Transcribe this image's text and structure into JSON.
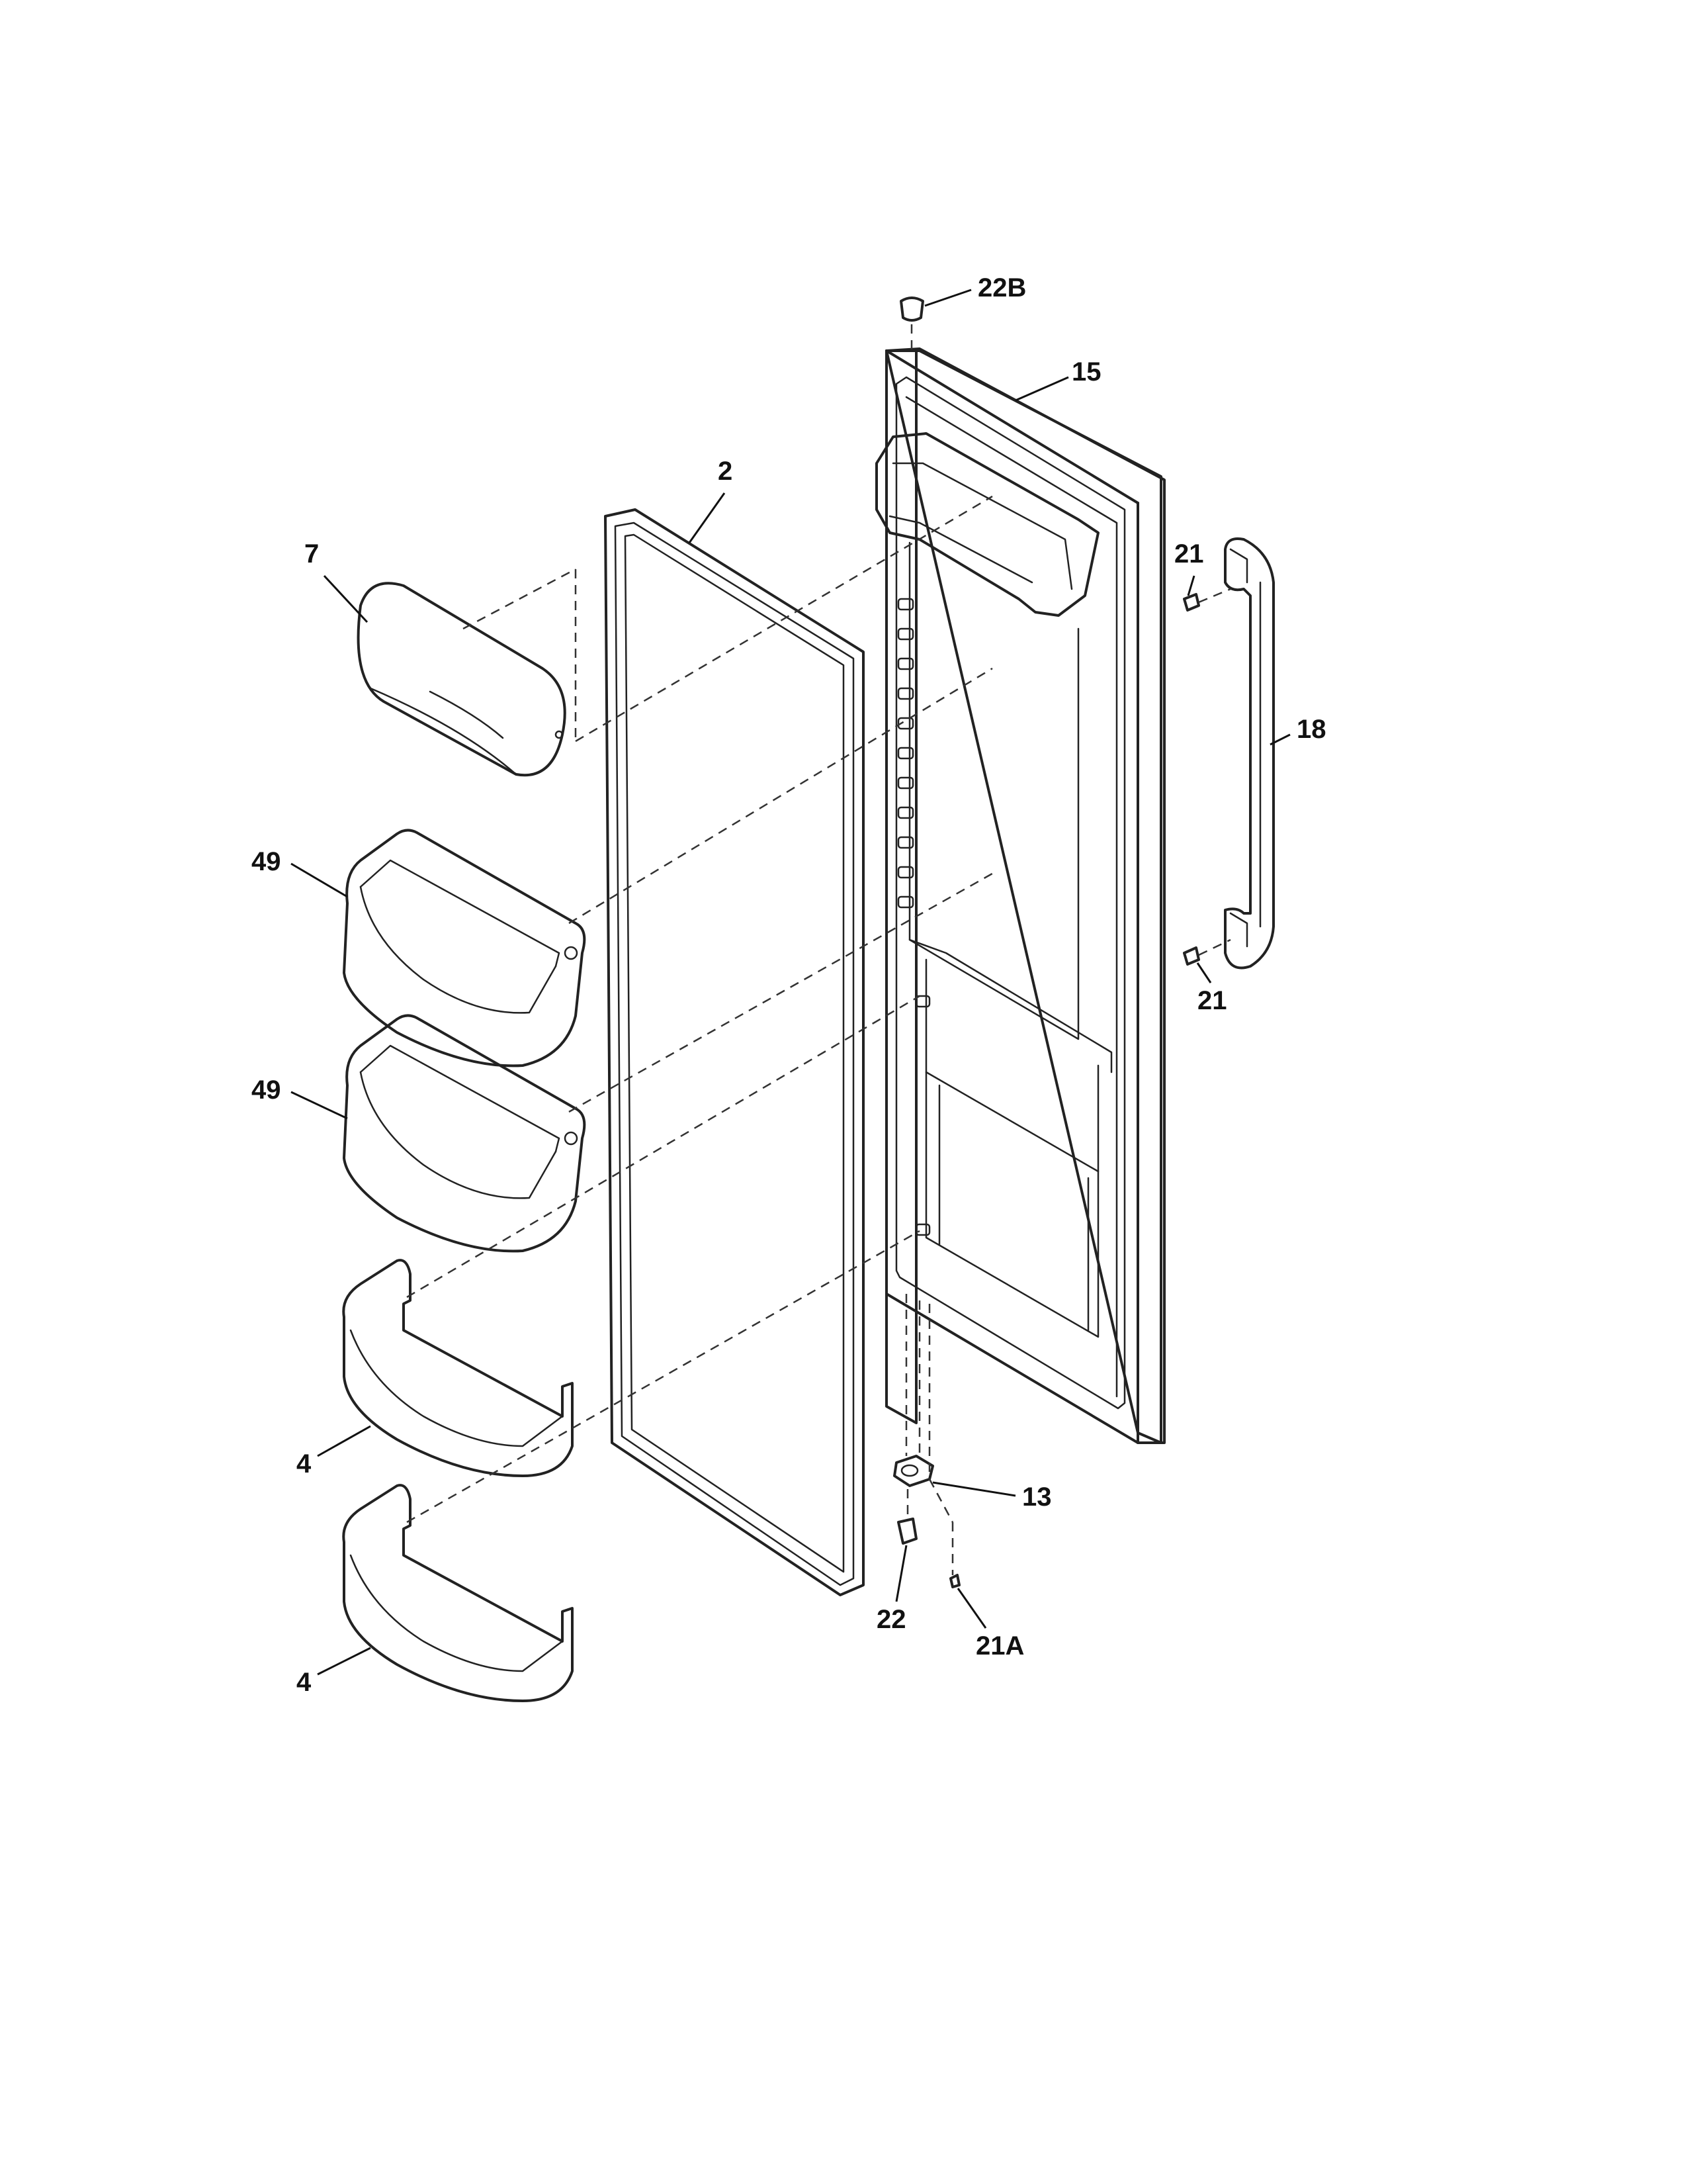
{
  "labels": {
    "p22B": "22B",
    "p15": "15",
    "p2": "2",
    "p7": "7",
    "p21_top": "21",
    "p18": "18",
    "p49_upper": "49",
    "p49_lower": "49",
    "p21_bottom": "21",
    "p4_upper": "4",
    "p4_lower": "4",
    "p13": "13",
    "p22": "22",
    "p21A": "21A"
  }
}
